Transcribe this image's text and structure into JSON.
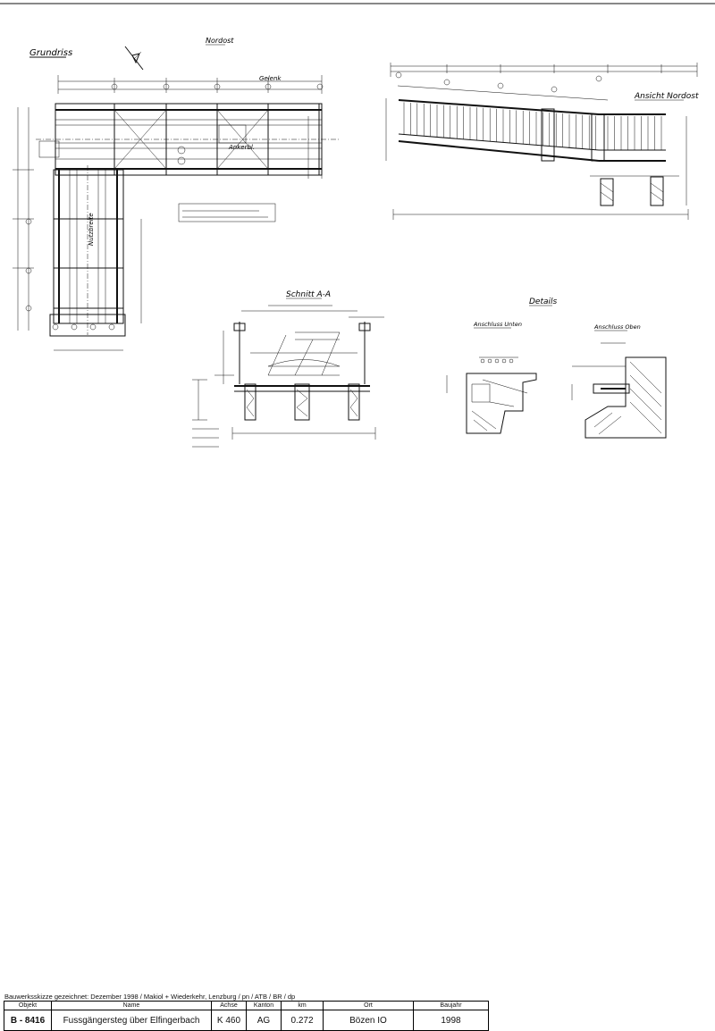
{
  "drawing": {
    "titles": {
      "grundriss": "Grundriss",
      "nordost": "Nordost",
      "ansicht_nordost": "Ansicht Nordost",
      "schnitt": "Schnitt A-A",
      "details": "Details",
      "anschluss_unten": "Anschluss Unten",
      "anschluss_oben": "Anschluss Oben"
    }
  },
  "footer": {
    "caption": "Bauwerksskizze gezeichnet: Dezember 1998 / Makiol + Wiederkehr, Lenzburg / pn / ATB / BR / dp",
    "headers": {
      "objekt": "Objekt",
      "name": "Name",
      "achse": "Achse",
      "kanton": "Kanton",
      "km": "km",
      "ort": "Ort",
      "baujahr": "Baujahr"
    },
    "values": {
      "objekt": "B - 8416",
      "name": "Fussgängersteg über Elfingerbach",
      "achse": "K 460",
      "kanton": "AG",
      "km": "0.272",
      "ort": "Bözen IO",
      "baujahr": "1998"
    }
  }
}
